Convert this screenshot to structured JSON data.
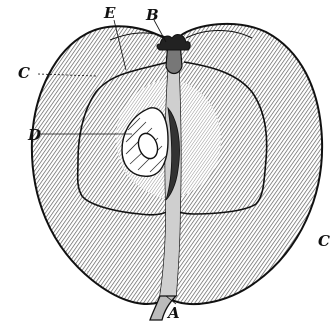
{
  "diagram": {
    "labels": {
      "a": "A",
      "b": "B",
      "c_left": "C",
      "c_right": "C",
      "d": "D",
      "e": "E"
    }
  },
  "colors": {
    "ink": "#111111",
    "flesh_hatch": "#444444",
    "paper": "#ffffff"
  }
}
